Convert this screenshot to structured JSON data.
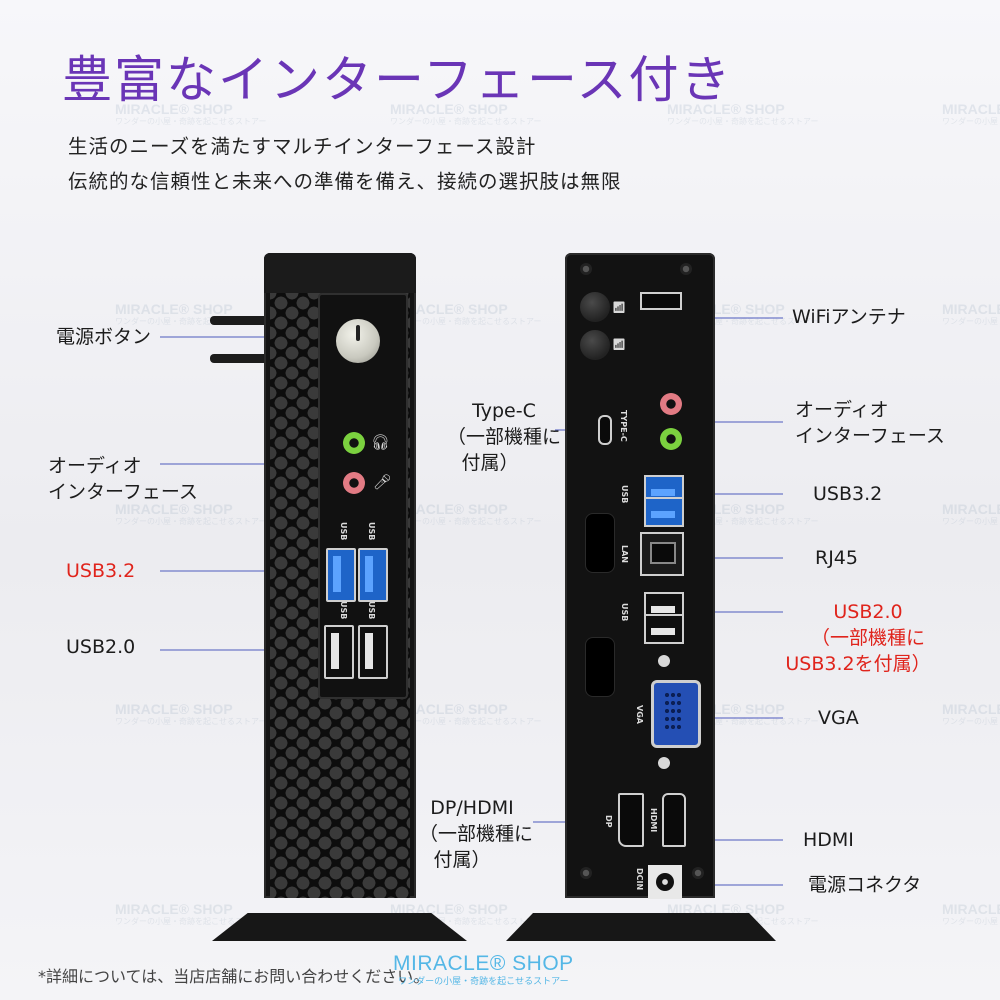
{
  "title": "豊富なインターフェース付き",
  "subtitle_lines": [
    "生活のニーズを満たすマルチインターフェース設計",
    "伝統的な信頼性と未来への準備を備え、接続の選択肢は無限"
  ],
  "watermark": {
    "name": "MIRACLE® SHOP",
    "tagline": "ワンダーの小屋・奇跡を起こせるストアー"
  },
  "front_labels": {
    "power_button": "電源ボタン",
    "audio_line1": "オーディオ",
    "audio_line2": "インターフェース",
    "usb32": "USB3.2",
    "usb20": "USB2.0"
  },
  "rear_labels": {
    "wifi": "WiFiアンテナ",
    "typec_line1": "Type-C",
    "typec_line2": "（一部機種に",
    "typec_line3": "付属）",
    "audio_line1": "オーディオ",
    "audio_line2": "インターフェース",
    "usb32": "USB3.2",
    "rj45": "RJ45",
    "usb20_line1": "USB2.0",
    "usb20_line2": "（一部機種に",
    "usb20_line3": "USB3.2を付属）",
    "vga": "VGA",
    "dphdmi_line1": "DP/HDMI",
    "dphdmi_line2": "（一部機種に",
    "dphdmi_line3": "付属）",
    "hdmi": "HDMI",
    "power_connector": "電源コネクタ"
  },
  "port_marks": {
    "usb": "USB",
    "lan": "LAN",
    "type_c": "TYPE-C",
    "vga": "VGA",
    "dp": "DP",
    "hdmi": "HDMI",
    "dcin": "DCIN"
  },
  "footer": {
    "note": "*詳細については、当店店舗にお問い合わせください。",
    "shop_name": "MIRACLE® SHOP",
    "shop_tagline": "ワンダーの小屋・奇跡を起こせるストアー"
  },
  "colors": {
    "title": "#6a35b6",
    "highlight": "#e0241c",
    "leader_line": "#6e78c8",
    "usb3_blue": "#1e64c8",
    "shop": "#54b7e6"
  },
  "icons": {
    "headphone": "headphone-icon",
    "microphone": "microphone-icon",
    "wifi": "wifi-icon"
  }
}
